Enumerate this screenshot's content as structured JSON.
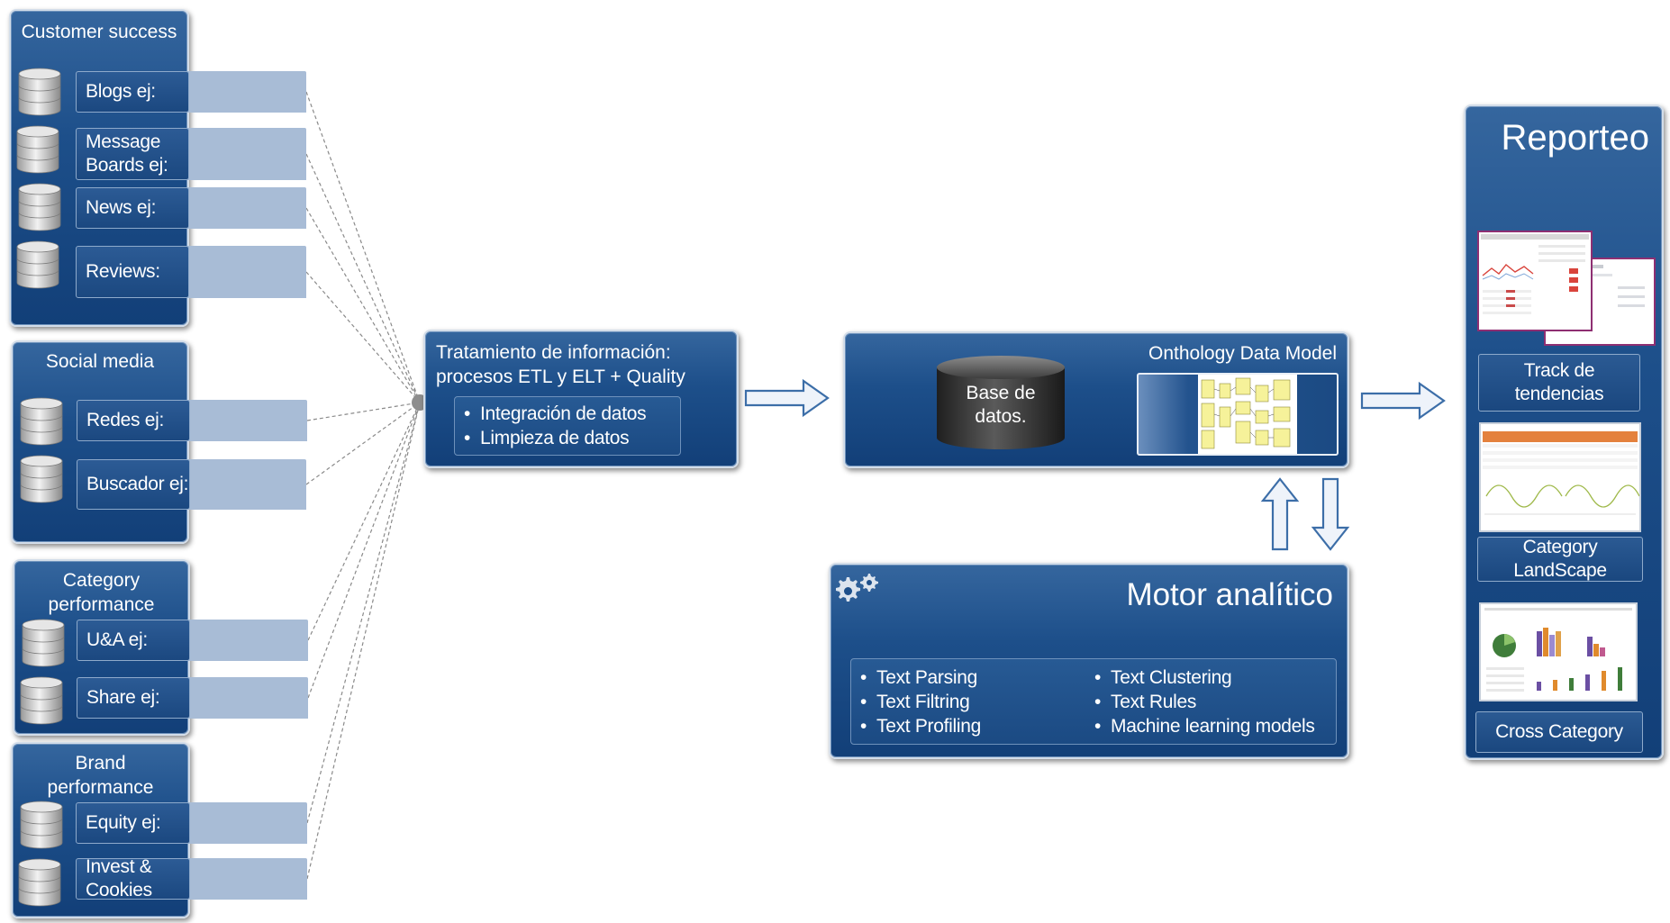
{
  "groups": [
    {
      "title": "Customer success",
      "items": [
        {
          "label": "Blogs ej:"
        },
        {
          "label": "Message\nBoards ej:"
        },
        {
          "label": "News ej:"
        },
        {
          "label": "Reviews:"
        }
      ]
    },
    {
      "title": "Social media",
      "items": [
        {
          "label": "Redes ej:"
        },
        {
          "label": "Buscador ej:"
        }
      ]
    },
    {
      "title": "Category\nperformance",
      "items": [
        {
          "label": "U&A ej:"
        },
        {
          "label": "Share ej:"
        }
      ]
    },
    {
      "title": "Brand\nperformance",
      "items": [
        {
          "label": "Equity ej:"
        },
        {
          "label": "Invest & Cookies"
        }
      ]
    }
  ],
  "processing": {
    "title": "Tratamiento de información:\nprocesos ETL y ELT + Quality",
    "bullets": [
      "Integración de datos",
      "Limpieza de datos"
    ]
  },
  "datamodel": {
    "title": "Onthology Data Model",
    "db_label": "Base de\ndatos."
  },
  "engine": {
    "title": "Motor analítico",
    "icon": "gears-icon",
    "bullets_left": [
      "Text Parsing",
      "Text Filtring",
      "Text Profiling"
    ],
    "bullets_right": [
      "Text Clustering",
      "Text Rules",
      "Machine learning models"
    ]
  },
  "reporting": {
    "title": "Reporteo",
    "items": [
      {
        "label": "Track de\ntendencias"
      },
      {
        "label": "Category\nLandScape"
      },
      {
        "label": "Cross Category"
      }
    ]
  },
  "colors": {
    "panel": "#1d4f8a",
    "source_bar": "#a8bcd6",
    "arrow_fill": "#eef3fa",
    "arrow_stroke": "#3c6ea8",
    "connector": "#7f7f7f"
  }
}
